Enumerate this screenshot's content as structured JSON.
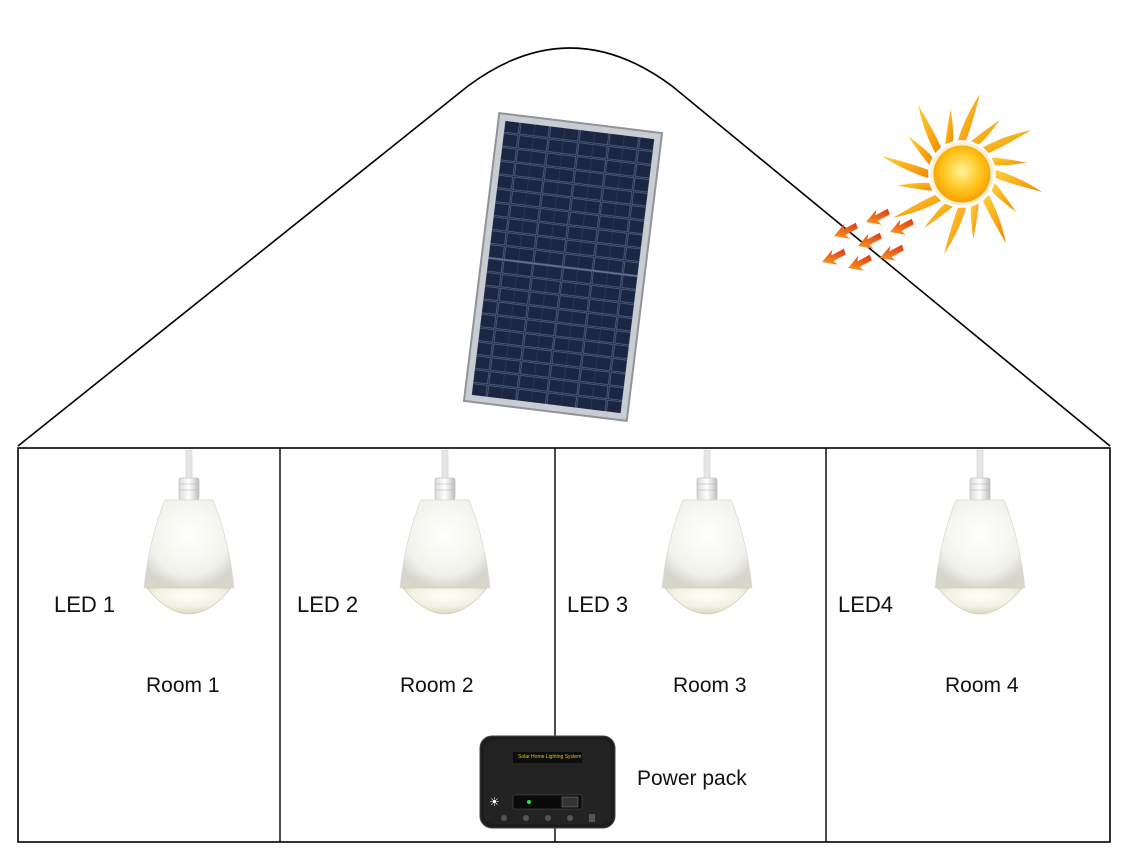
{
  "house": {
    "rooms": [
      {
        "name": "Room 1",
        "led": "LED 1"
      },
      {
        "name": "Room 2",
        "led": "LED 2"
      },
      {
        "name": "Room 3",
        "led": "LED 3"
      },
      {
        "name": "Room 4",
        "led": "LED4"
      }
    ]
  },
  "power_pack": {
    "label": "Power pack",
    "device_text": "Solar Home Lighting System"
  },
  "icons": {
    "sun": "sun-icon",
    "solar_panel": "solar-panel-icon",
    "bulb": "led-bulb-icon",
    "power_pack": "power-pack-icon"
  },
  "colors": {
    "outline": "#000000",
    "sun_core": "#ffb300",
    "sun_rays": "#f7a600",
    "rays_arrows": "#e84a10",
    "panel_frame": "#b8bcc2",
    "panel_cells": "#1f2a44",
    "power_pack_body": "#1a1a1a"
  }
}
